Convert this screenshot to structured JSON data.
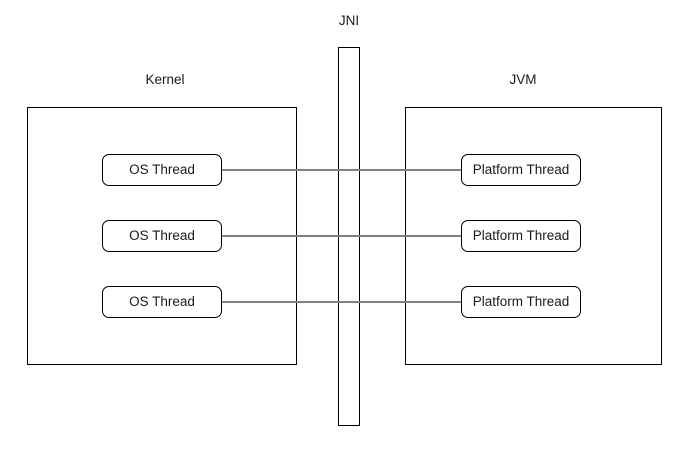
{
  "diagram": {
    "title_text": "",
    "background_color": "#ffffff",
    "line_color": "#808080",
    "border_color": "#000000",
    "text_color": "#1a1a1a",
    "bridge": {
      "label": "JNI"
    },
    "regions": [
      {
        "id": "kernel",
        "label": "Kernel",
        "nodes": [
          {
            "label": "OS Thread"
          },
          {
            "label": "OS Thread"
          },
          {
            "label": "OS Thread"
          }
        ]
      },
      {
        "id": "jvm",
        "label": "JVM",
        "nodes": [
          {
            "label": "Platform Thread"
          },
          {
            "label": "Platform Thread"
          },
          {
            "label": "Platform Thread"
          }
        ]
      }
    ],
    "connections": [
      {
        "from": "OS Thread",
        "to": "Platform Thread"
      },
      {
        "from": "OS Thread",
        "to": "Platform Thread"
      },
      {
        "from": "OS Thread",
        "to": "Platform Thread"
      }
    ]
  }
}
